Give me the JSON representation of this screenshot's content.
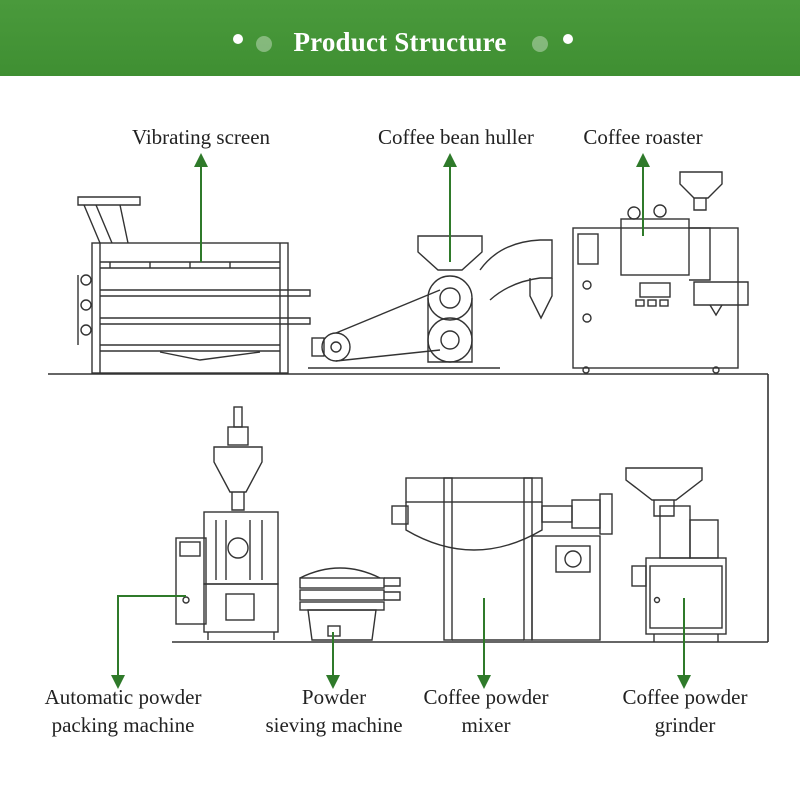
{
  "header": {
    "title": "Product Structure",
    "background_color": "#3f8f32"
  },
  "colors": {
    "arrow": "#2f7a2a",
    "line_art": "#333333"
  },
  "labels": {
    "vibrating_screen": "Vibrating screen",
    "coffee_bean_huller": "Coffee bean huller",
    "coffee_roaster": "Coffee roaster",
    "packing_line1": "Automatic powder",
    "packing_line2": "packing machine",
    "sieving_line1": "Powder",
    "sieving_line2": "sieving machine",
    "mixer_line1": "Coffee powder",
    "mixer_line2": "mixer",
    "grinder_line1": "Coffee powder",
    "grinder_line2": "grinder"
  }
}
